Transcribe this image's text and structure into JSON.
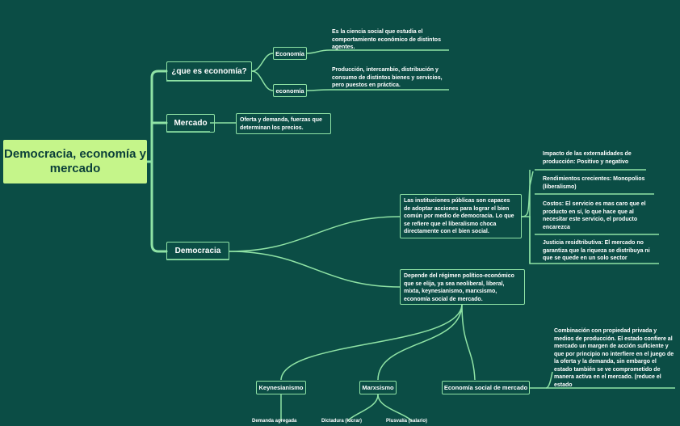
{
  "root": {
    "title": "Democracia, economía y mercado"
  },
  "branches": {
    "que_es": {
      "label": "¿que es economía?",
      "children": {
        "economia1": {
          "label": "Economía",
          "description": "Es la ciencia social que estudia el comportamiento económico de distintos agentes."
        },
        "economia2": {
          "label": "economía",
          "description": "Producción, intercambio, distribución y consumo de distintos bienes y servicios, pero puestos en práctica."
        }
      }
    },
    "mercado": {
      "label": "Mercado",
      "description": "Oferta y demanda, fuerzas que determinan los precios."
    },
    "democracia": {
      "label": "Democracia",
      "instituciones": {
        "text": "Las instituciones públicas son capaces de adoptar acciones para lograr el bien común por medio de democracia. Lo que se refiere que el liberalismo choca directamente con el bien social.",
        "points": [
          "Impacto de las externalidades de producción:  Positivo y negativo",
          "Rendimientos crecientes: Monopolios (liberalismo)",
          "Costos: El servicio es mas caro que el producto en sí, lo que hace que al necesitar este servicio, el producto encarezca",
          "Justicia residtributiva: El mercado no garantiza que la riqueza se distribuya ni que se quede en un solo sector"
        ]
      },
      "regimen": {
        "text": "Depende del régimen político-económico que se elija, ya sea neoliberal, liberal, mixta, keynesianismo, marxsismo, economía social de mercado.",
        "children": {
          "keynesianismo": {
            "label": "Keynesianismo",
            "sub": "Demanda agregada"
          },
          "marxismo": {
            "label": "Marxsismo",
            "subs": [
              "Dictadura (lucrar)",
              "Plusvalía (salario)"
            ]
          },
          "social": {
            "label": "Economía social de mercado",
            "description": "Combinación con propiedad privada y medios de producción. El estado confiere al mercado un margen de acción suficiente y que por principio no interfiere en el juego de la oferta y la demanda, sin embargo el estado también se ve comprometido de manera activa en el mercado. (reduce el estado"
          }
        }
      }
    }
  },
  "colors": {
    "background": "#0b4d45",
    "root_fill": "#c5f58a",
    "line": "#8fe3a5",
    "text": "#ffffff"
  }
}
